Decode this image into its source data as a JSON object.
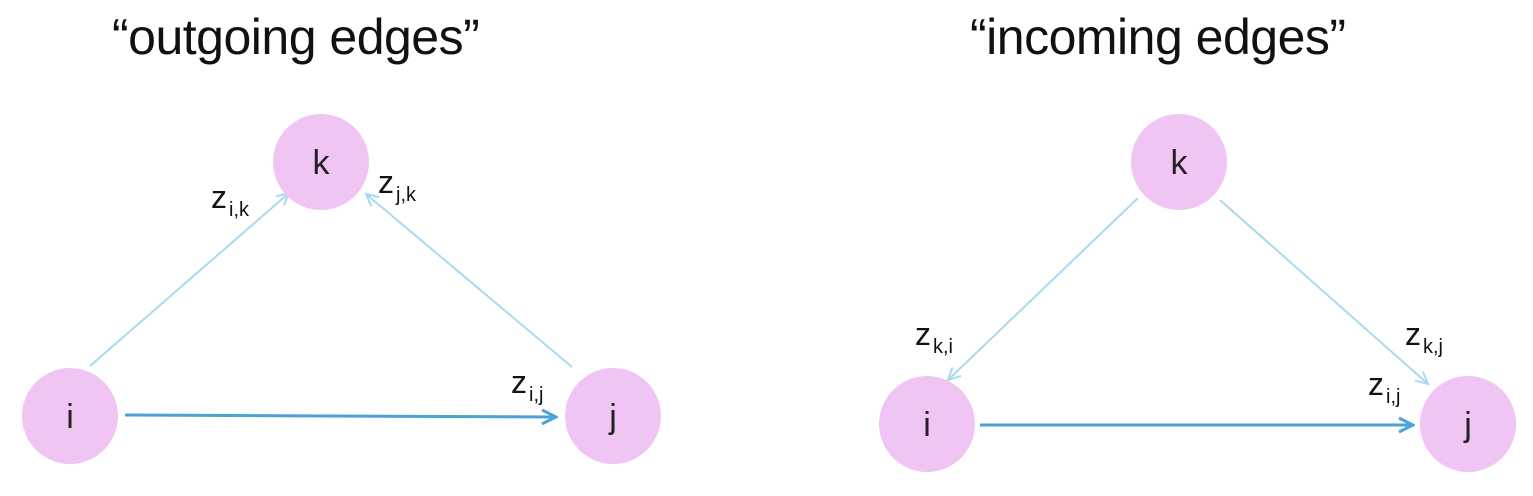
{
  "titles": {
    "left": "“outgoing edges”",
    "right": "“incoming edges”"
  },
  "colors": {
    "node_fill": "#f0c4f3",
    "light_edge": "#a9d9ee",
    "dark_edge": "#4aa3d4",
    "text": "#111111"
  },
  "diagrams": [
    {
      "name": "outgoing",
      "nodes": [
        {
          "id": "k",
          "label": "k"
        },
        {
          "id": "i",
          "label": "i"
        },
        {
          "id": "j",
          "label": "j"
        }
      ],
      "edges": [
        {
          "from": "i",
          "to": "k",
          "main": "z",
          "sub": "i,k",
          "style": "light"
        },
        {
          "from": "j",
          "to": "k",
          "main": "z",
          "sub": "j,k",
          "style": "light"
        },
        {
          "from": "i",
          "to": "j",
          "main": "z",
          "sub": "i,j",
          "style": "dark"
        }
      ]
    },
    {
      "name": "incoming",
      "nodes": [
        {
          "id": "k",
          "label": "k"
        },
        {
          "id": "i",
          "label": "i"
        },
        {
          "id": "j",
          "label": "j"
        }
      ],
      "edges": [
        {
          "from": "k",
          "to": "i",
          "main": "z",
          "sub": "k,i",
          "style": "light"
        },
        {
          "from": "k",
          "to": "j",
          "main": "z",
          "sub": "k,j",
          "style": "light"
        },
        {
          "from": "i",
          "to": "j",
          "main": "z",
          "sub": "i,j",
          "style": "dark"
        }
      ]
    }
  ]
}
